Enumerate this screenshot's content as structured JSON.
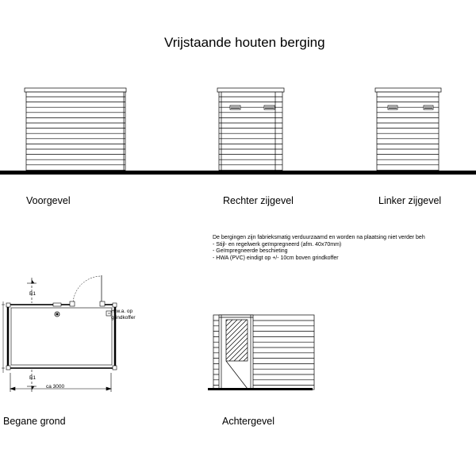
{
  "title": "Vrijstaande houten berging",
  "views": {
    "front": "Voorgevel",
    "right": "Rechter zijgevel",
    "left": "Linker zijgevel",
    "floor": "Begane grond",
    "back": "Achtergevel"
  },
  "notes": [
    "De bergingen zijn fabrieksmatig verduurzaamd en worden na plaatsing niet verder beh",
    "- Stijl- en regelwerk geïmpregneerd (afm. 40x70mm)",
    "- Geïmpregneerde beschieting",
    "- HWA (PVC) eindigt op +/- 10cm boven grindkoffer"
  ],
  "plan": {
    "section_top": "B1",
    "section_bottom": "B1",
    "hwa_note_line1": "H.w.a. op",
    "hwa_note_line2": "grindkoffer",
    "dimension": "ca 3000"
  }
}
